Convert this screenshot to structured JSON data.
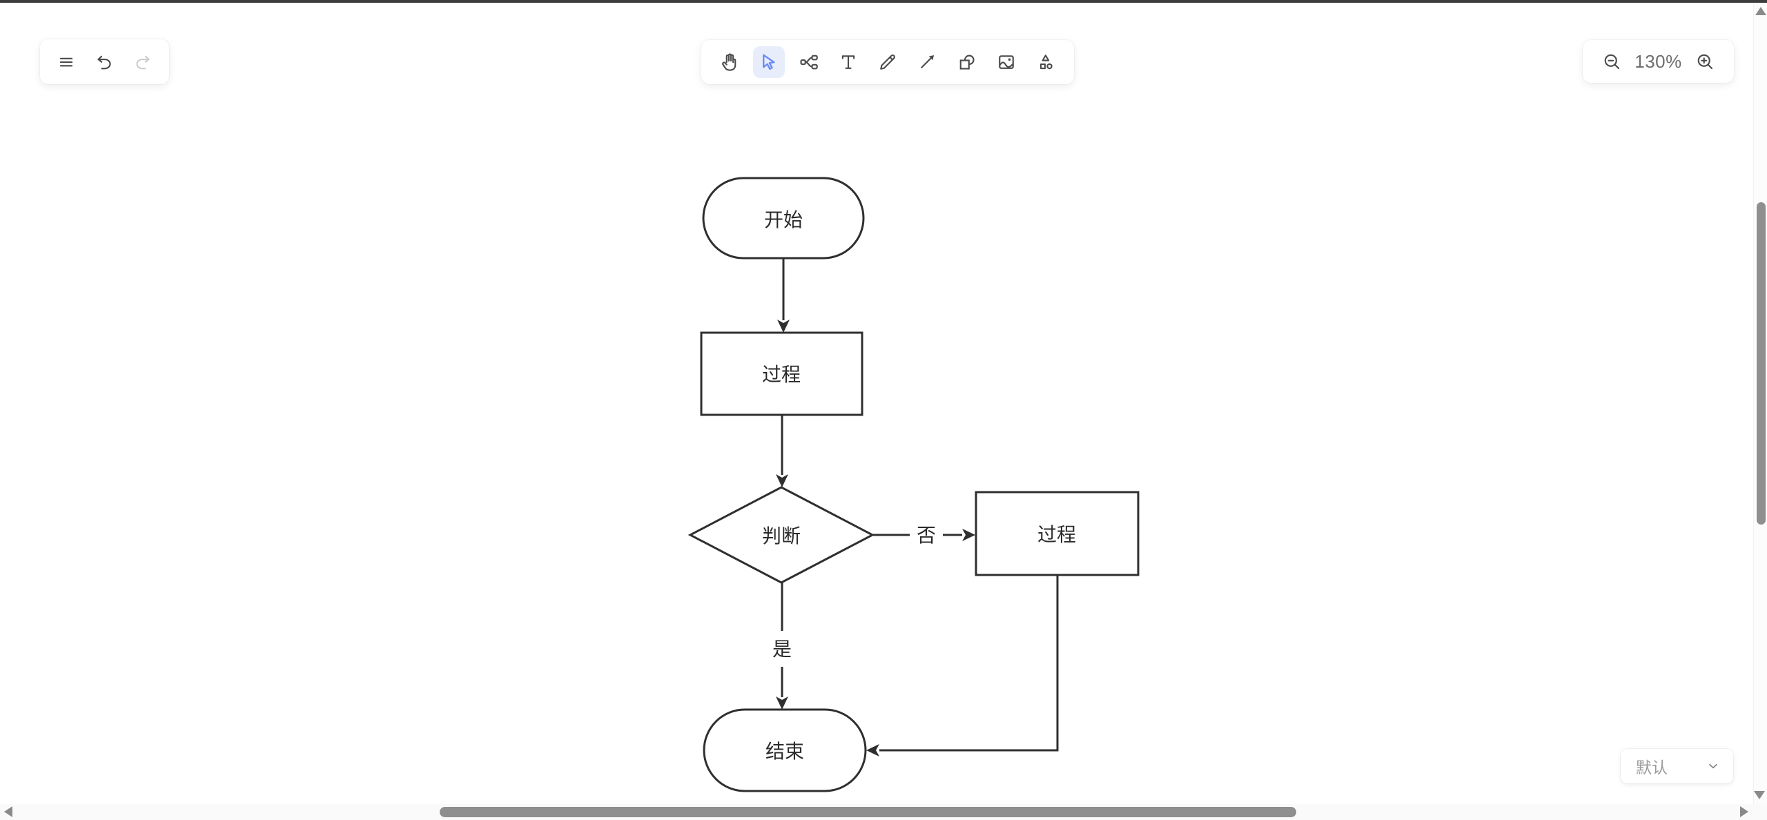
{
  "left_toolbar": {
    "items": [
      {
        "icon": "menu-icon",
        "name": "menu",
        "disabled": false
      },
      {
        "icon": "undo-icon",
        "name": "undo",
        "disabled": false
      },
      {
        "icon": "redo-icon",
        "name": "redo",
        "disabled": true
      }
    ]
  },
  "main_toolbar": {
    "active_item": "select",
    "accent_color": "#6b8af7",
    "active_bg_color": "#e8edfb",
    "items": [
      {
        "icon": "hand-icon",
        "name": "pan"
      },
      {
        "icon": "cursor-icon",
        "name": "select",
        "active": true
      },
      {
        "icon": "mindmap-icon",
        "name": "mindmap"
      },
      {
        "icon": "text-icon",
        "name": "text"
      },
      {
        "icon": "pencil-icon",
        "name": "draw"
      },
      {
        "icon": "arrow-icon",
        "name": "arrow"
      },
      {
        "icon": "shapes-icon",
        "name": "shapes"
      },
      {
        "icon": "image-icon",
        "name": "image"
      },
      {
        "icon": "shape-library-icon",
        "name": "shape-library"
      }
    ]
  },
  "zoom_controls": {
    "zoom_out_icon": "zoom-out-icon",
    "level": "130%",
    "zoom_in_icon": "zoom-in-icon"
  },
  "theme_select": {
    "value": "默认",
    "chevron_icon": "chevron-down-icon"
  },
  "diagram": {
    "stroke_color": "#2f2f2f",
    "nodes": [
      {
        "id": "start",
        "type": "terminal",
        "label": "开始"
      },
      {
        "id": "process1",
        "type": "process",
        "label": "过程"
      },
      {
        "id": "decision",
        "type": "decision",
        "label": "判断"
      },
      {
        "id": "process2",
        "type": "process",
        "label": "过程"
      },
      {
        "id": "end",
        "type": "terminal",
        "label": "结束"
      }
    ],
    "edges": [
      {
        "from": "start",
        "to": "process1",
        "label": ""
      },
      {
        "from": "process1",
        "to": "decision",
        "label": ""
      },
      {
        "from": "decision",
        "to": "process2",
        "label": "否"
      },
      {
        "from": "decision",
        "to": "end",
        "label": "是"
      },
      {
        "from": "process2",
        "to": "end",
        "label": ""
      }
    ]
  },
  "colors": {
    "top_edge": "#3c3c3c",
    "scrollbar_thumb": "#8f8f8f",
    "icon_gray": "#4a4a4a"
  }
}
